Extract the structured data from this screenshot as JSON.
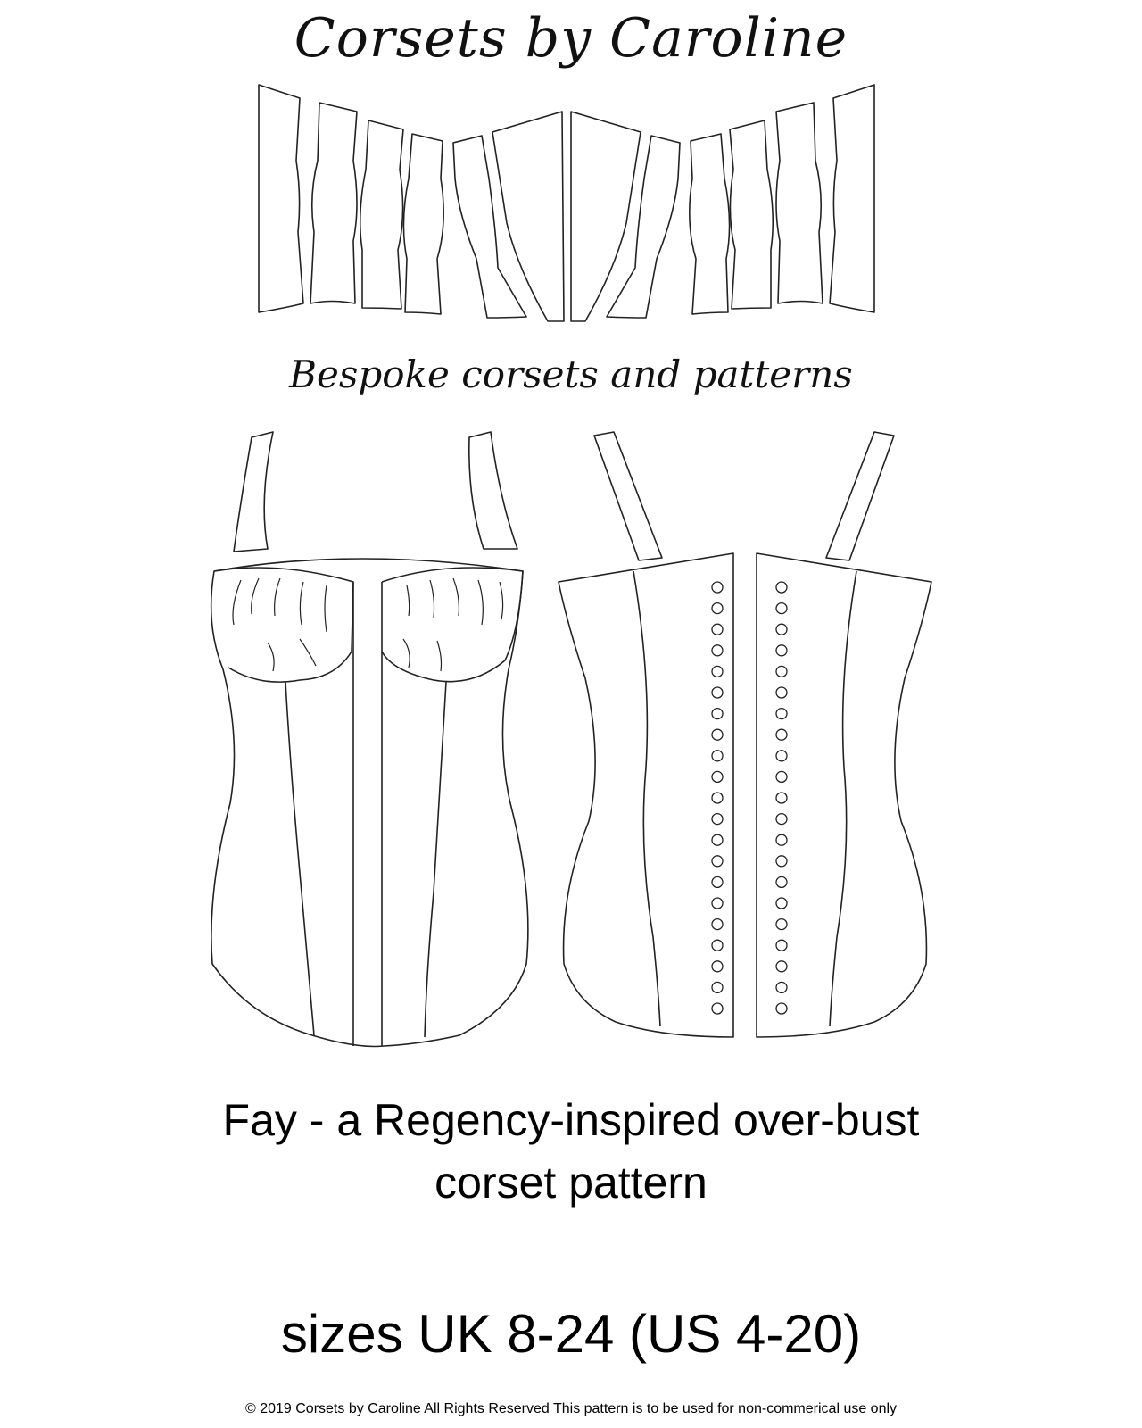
{
  "header": {
    "brand": "Corsets by Caroline",
    "tagline": "Bespoke corsets and patterns"
  },
  "illustrations": {
    "pattern_pieces": "pattern-pieces-drawing",
    "front_view": "corset-front-view-drawing",
    "back_view": "corset-back-view-drawing"
  },
  "product": {
    "title_line1": "Fay - a Regency-inspired over-bust",
    "title_line2": "corset pattern",
    "sizes": "sizes UK 8-24 (US 4-20)"
  },
  "footer": {
    "copyright": "© 2019 Corsets by Caroline All Rights Reserved This pattern is to be used for non-commerical use only"
  },
  "colors": {
    "line": "#222222",
    "background": "#ffffff"
  }
}
